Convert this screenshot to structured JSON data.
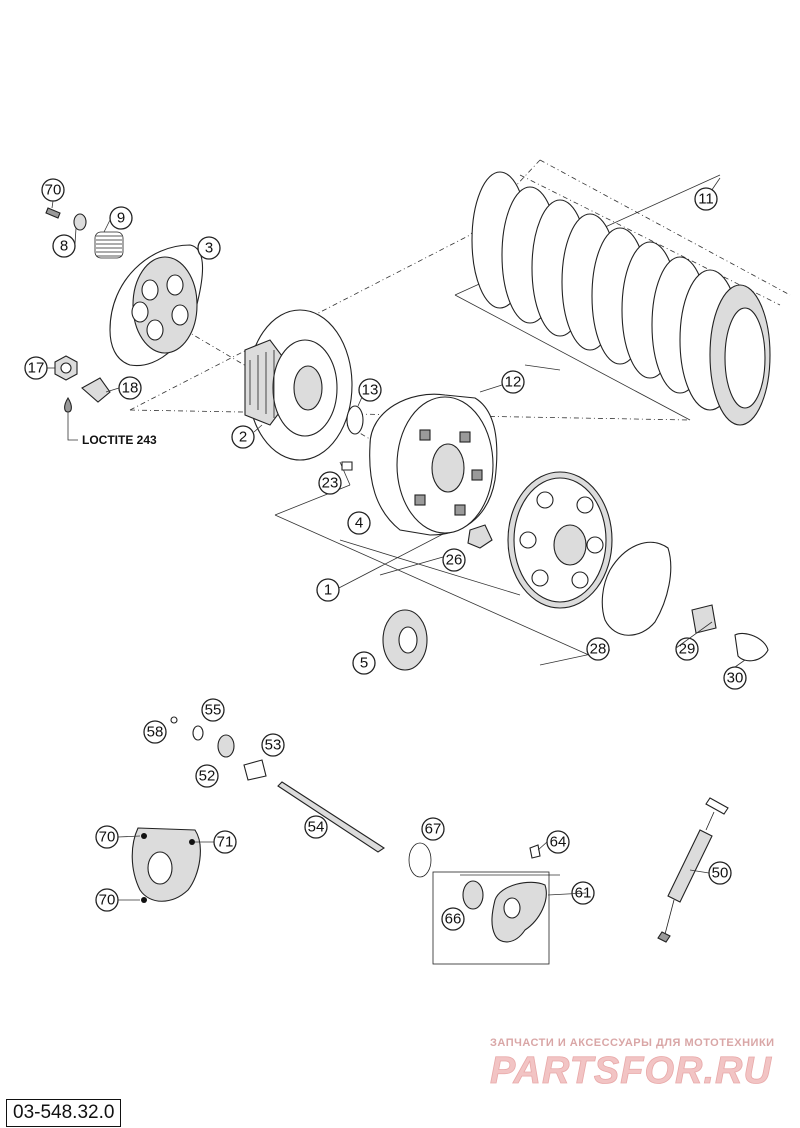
{
  "callouts": [
    {
      "label": "70"
    },
    {
      "label": "9"
    },
    {
      "label": "8"
    },
    {
      "label": "3"
    },
    {
      "label": "17"
    },
    {
      "label": "18"
    },
    {
      "label": "2"
    },
    {
      "label": "13"
    },
    {
      "label": "11"
    },
    {
      "label": "12"
    },
    {
      "label": "23"
    },
    {
      "label": "4"
    },
    {
      "label": "1"
    },
    {
      "label": "26"
    },
    {
      "label": "5"
    },
    {
      "label": "28"
    },
    {
      "label": "29"
    },
    {
      "label": "30"
    },
    {
      "label": "58"
    },
    {
      "label": "55"
    },
    {
      "label": "53"
    },
    {
      "label": "52"
    },
    {
      "label": "70"
    },
    {
      "label": "71"
    },
    {
      "label": "70"
    },
    {
      "label": "54"
    },
    {
      "label": "67"
    },
    {
      "label": "64"
    },
    {
      "label": "61"
    },
    {
      "label": "66"
    },
    {
      "label": "50"
    }
  ],
  "loctite_label": "LOCTITE 243",
  "watermark": {
    "tagline": "ЗАПЧАСТИ И АКСЕССУАРЫ ДЛЯ МОТОТЕХНИКИ",
    "logo": "PARTSFOR.RU"
  },
  "document_number": "03-548.32.0"
}
